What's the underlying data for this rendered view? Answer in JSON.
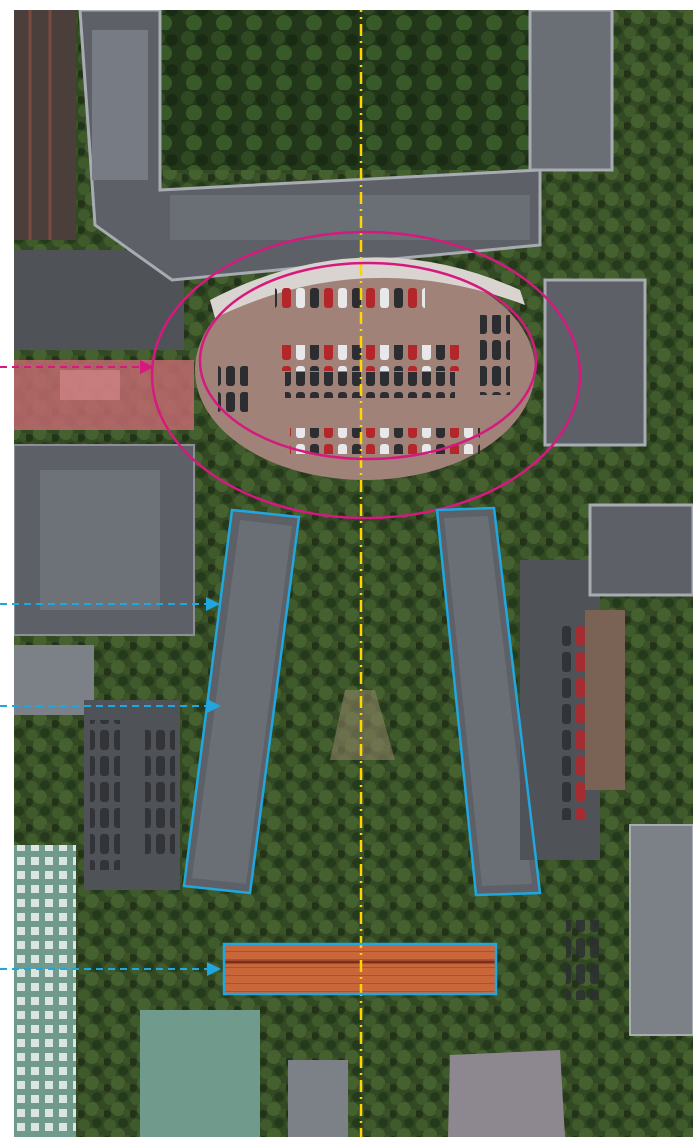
{
  "map": {
    "kind": "aerial-satellite-view",
    "colors": {
      "canvas_background": "#ffffff",
      "vegetation": "#3d5a2c",
      "vegetation_dark": "#22361a",
      "road_asphalt": "#4f5256",
      "building_roof": "#5d6066",
      "building_roof_light": "#8b8f96",
      "parking_surface": "#a08279",
      "tile_roof": "#c9673a",
      "teal_roof": "#6f9a8c",
      "axis_line": "#ffd400",
      "highlight_parking": "#d6197f",
      "highlight_buildings": "#20a7e0"
    },
    "axis": {
      "type": "dash-dot symmetry axis",
      "color_ref": "axis_line"
    },
    "highlights": [
      {
        "id": "parking-ellipse-outer",
        "shape": "ellipse",
        "color_ref": "highlight_parking"
      },
      {
        "id": "parking-ellipse-inner",
        "shape": "ellipse",
        "color_ref": "highlight_parking"
      },
      {
        "id": "left-wing-building",
        "shape": "rotated-rectangle",
        "color_ref": "highlight_buildings"
      },
      {
        "id": "right-wing-building",
        "shape": "rotated-rectangle",
        "color_ref": "highlight_buildings"
      },
      {
        "id": "south-tile-roof-building",
        "shape": "rectangle",
        "color_ref": "highlight_buildings"
      }
    ],
    "pointer_arrows": [
      {
        "id": "arrow-to-parking",
        "color_ref": "highlight_parking",
        "style": "dashed"
      },
      {
        "id": "arrow-to-left-wing-upper",
        "color_ref": "highlight_buildings",
        "style": "dashed"
      },
      {
        "id": "arrow-to-left-wing-lower",
        "color_ref": "highlight_buildings",
        "style": "dashed"
      },
      {
        "id": "arrow-to-south-building",
        "color_ref": "highlight_buildings",
        "style": "dashed"
      }
    ]
  }
}
